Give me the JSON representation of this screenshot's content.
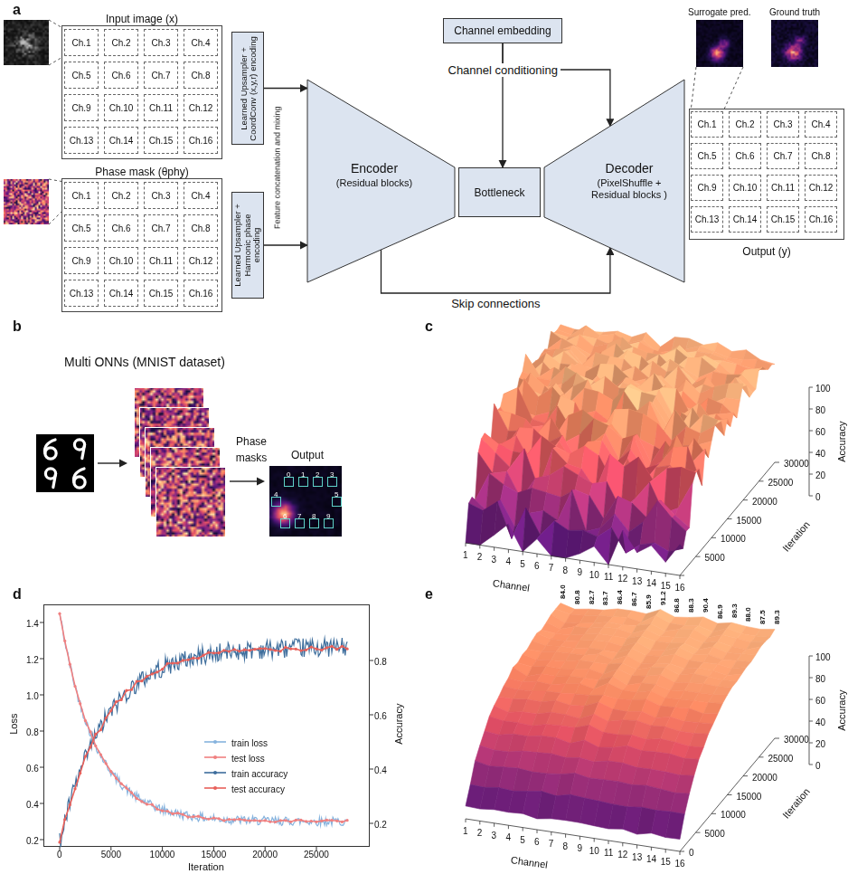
{
  "diagram": {
    "nodes": [
      {
        "text": [
          "Input image (x)"
        ]
      },
      {
        "text": [
          "Ch.1"
        ],
        "in": 0
      },
      {
        "text": [
          "Ch.2"
        ],
        "in": 0
      },
      {
        "text": [
          "Ch.3"
        ],
        "in": 0
      },
      {
        "text": [
          "Ch.4"
        ],
        "in": 0
      },
      {
        "text": [
          "Ch.5"
        ],
        "in": 0
      },
      {
        "text": [
          "Ch.6"
        ],
        "in": 0
      },
      {
        "text": [
          "Ch.7"
        ],
        "in": 0
      },
      {
        "text": [
          "Ch.8"
        ],
        "in": 0
      },
      {
        "text": [
          "Ch.9"
        ],
        "in": 0
      },
      {
        "text": [
          "Ch.10"
        ],
        "in": 0
      },
      {
        "text": [
          "Ch.11"
        ],
        "in": 0
      },
      {
        "text": [
          "Ch.12"
        ],
        "in": 0
      },
      {
        "text": [
          "Ch.13"
        ],
        "in": 0
      },
      {
        "text": [
          "Ch.14"
        ],
        "in": 0
      },
      {
        "text": [
          "Ch.15"
        ],
        "in": 0
      },
      {
        "text": [
          "Ch.16"
        ],
        "in": 0
      },
      {
        "text": [
          "Phase mask (θphy)"
        ]
      },
      {
        "text": [
          "Ch.1"
        ],
        "in": 17
      },
      {
        "text": [
          "Ch.2"
        ],
        "in": 17
      },
      {
        "text": [
          "Ch.3"
        ],
        "in": 17
      },
      {
        "text": [
          "Ch.4"
        ],
        "in": 17
      },
      {
        "text": [
          "Ch.5"
        ],
        "in": 17
      },
      {
        "text": [
          "Ch.6"
        ],
        "in": 17
      },
      {
        "text": [
          "Ch.7"
        ],
        "in": 17
      },
      {
        "text": [
          "Ch.8"
        ],
        "in": 17
      },
      {
        "text": [
          "Ch.9"
        ],
        "in": 17
      },
      {
        "text": [
          "Ch.10"
        ],
        "in": 17
      },
      {
        "text": [
          "Ch.11"
        ],
        "in": 17
      },
      {
        "text": [
          "Ch.12"
        ],
        "in": 17
      },
      {
        "text": [
          "Ch.13"
        ],
        "in": 17
      },
      {
        "text": [
          "Ch.14"
        ],
        "in": 17
      },
      {
        "text": [
          "Ch.15"
        ],
        "in": 17
      },
      {
        "text": [
          "Ch.16"
        ],
        "in": 17
      },
      {
        "text": [
          "Learned Upsampler + CoordConv (x,y,r) encoding"
        ]
      },
      {
        "text": [
          "Learned Upsampler + Harmonic phase encoding"
        ]
      },
      {
        "text": [
          "Encoder",
          "(Residual blocks)"
        ]
      },
      {
        "text": [
          "Bottleneck"
        ]
      },
      {
        "text": [
          "Decoder",
          "(PixelShuffle + Residual blocks )"
        ]
      },
      {
        "text": [
          "Channel embedding"
        ]
      },
      {
        "text": [
          "Output (y)"
        ]
      },
      {
        "text": [
          "Ch.1"
        ],
        "in": 40
      },
      {
        "text": [
          "Ch.2"
        ],
        "in": 40
      },
      {
        "text": [
          "Ch.3"
        ],
        "in": 40
      },
      {
        "text": [
          "Ch.4"
        ],
        "in": 40
      },
      {
        "text": [
          "Ch.5"
        ],
        "in": 40
      },
      {
        "text": [
          "Ch.6"
        ],
        "in": 40
      },
      {
        "text": [
          "Ch.7"
        ],
        "in": 40
      },
      {
        "text": [
          "Ch.8"
        ],
        "in": 40
      },
      {
        "text": [
          "Ch.9"
        ],
        "in": 40
      },
      {
        "text": [
          "Ch.10"
        ],
        "in": 40
      },
      {
        "text": [
          "Ch.11"
        ],
        "in": 40
      },
      {
        "text": [
          "Ch.12"
        ],
        "in": 40
      },
      {
        "text": [
          "Ch.13"
        ],
        "in": 40
      },
      {
        "text": [
          "Ch.14"
        ],
        "in": 40
      },
      {
        "text": [
          "Ch.15"
        ],
        "in": 40
      },
      {
        "text": [
          "Ch.16"
        ],
        "in": 40
      }
    ],
    "edges": [
      {
        "from": 34,
        "to": 36,
        "arrow": "to"
      },
      {
        "from": 35,
        "to": 36,
        "arrow": "to"
      },
      {
        "from": 39,
        "to": 37,
        "arrow": "to",
        "label": "Channel conditioning"
      },
      {
        "from": 39,
        "to": 38,
        "arrow": "to"
      },
      {
        "from": 36,
        "to": 38,
        "arrow": "to",
        "label": "Skip connections"
      }
    ],
    "labels": [
      "a",
      "b",
      "c",
      "d",
      "e",
      "Feature concatenation and mixing",
      "Surrogate pred.",
      "Ground truth",
      "Multi ONNs (MNIST dataset)",
      "Phase masks",
      "Output",
      "0",
      "1",
      "2",
      "3",
      "4",
      "5",
      "6",
      "7",
      "8",
      "9",
      "Accuracy",
      "0",
      "20",
      "40",
      "60",
      "80",
      "100",
      "Iteration",
      "5000",
      "10000",
      "15000",
      "20000",
      "25000",
      "30000",
      "Channel",
      "1",
      "2",
      "3",
      "4",
      "5",
      "6",
      "7",
      "8",
      "9",
      "10",
      "11",
      "12",
      "13",
      "14",
      "15",
      "16",
      "Loss",
      "1.4",
      "1.2",
      "1.0",
      "0.8",
      "0.6",
      "0.4",
      "0.2",
      "Accuracy",
      "0.8",
      "0.6",
      "0.4",
      "0.2",
      "Iteration",
      "0",
      "5000",
      "10000",
      "15000",
      "20000",
      "25000",
      "84.0",
      "80.8",
      "82.7",
      "83.7",
      "86.4",
      "86.7",
      "85.9",
      "91.2",
      "86.8",
      "88.3",
      "90.4",
      "86.9",
      "89.3",
      "88.0",
      "87.5",
      "89.3",
      "Accuracy",
      "0",
      "20",
      "40",
      "60",
      "80",
      "100",
      "Iteration",
      "0",
      "5000",
      "10000",
      "15000",
      "20000",
      "25000",
      "30000",
      "Channel",
      "1",
      "2",
      "3",
      "4",
      "5",
      "6",
      "7",
      "8",
      "9",
      "10",
      "11",
      "12",
      "13",
      "14",
      "15",
      "16"
    ],
    "legend": [
      {
        "text": "train loss"
      },
      {
        "text": "test loss"
      },
      {
        "text": "train accuracy"
      },
      {
        "text": "test accuracy"
      }
    ]
  }
}
